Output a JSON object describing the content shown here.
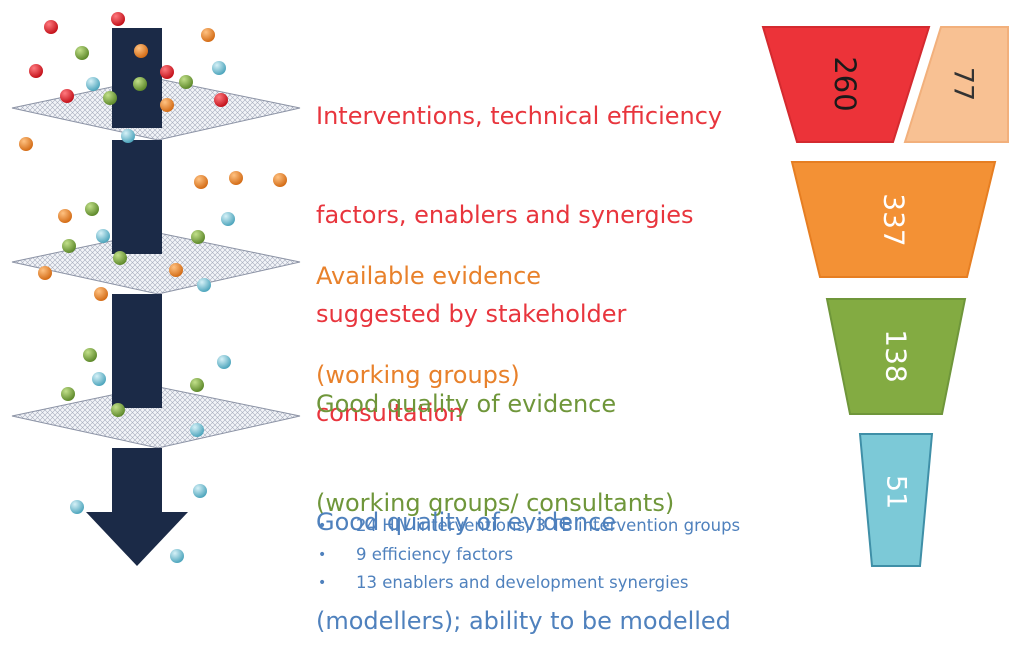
{
  "stages": [
    {
      "lines": [
        "Interventions, technical efficiency",
        "factors, enablers and synergies",
        "suggested by stakeholder",
        "consultation"
      ],
      "color": "#e8353d"
    },
    {
      "lines": [
        "Available evidence",
        "(working groups)"
      ],
      "color": "#e8812b"
    },
    {
      "lines": [
        "Good quality of evidence",
        "(working groups/ consultants)"
      ],
      "color": "#6f963a"
    },
    {
      "lines": [
        "Good quality of evidence",
        "(modellers); ability to be modelled"
      ],
      "color": "#4f81bd"
    }
  ],
  "bullets": [
    "24 HIV interventions, 3 TB intervention groups",
    "9 efficiency factors",
    "13 enablers and development synergies"
  ],
  "funnel": [
    {
      "value": "260",
      "fill": "#ec3339",
      "stroke": "#d42a2f",
      "text_color": "#1a1a1a"
    },
    {
      "value": "77",
      "fill": "#f8c193",
      "stroke": "#f2b07c",
      "text_color": "#333333"
    },
    {
      "value": "337",
      "fill": "#f39135",
      "stroke": "#e67e22",
      "text_color": "#ffffff"
    },
    {
      "value": "138",
      "fill": "#83ab42",
      "stroke": "#6f963a",
      "text_color": "#ffffff"
    },
    {
      "value": "51",
      "fill": "#7cc9d7",
      "stroke": "#3f8fa7",
      "text_color": "#ffffff"
    }
  ],
  "arrow_color": "#1b2a47",
  "dot_colors": {
    "red": "#d32029",
    "orange": "#e9832c",
    "green": "#7ea640",
    "blue": "#7ec7d7"
  }
}
